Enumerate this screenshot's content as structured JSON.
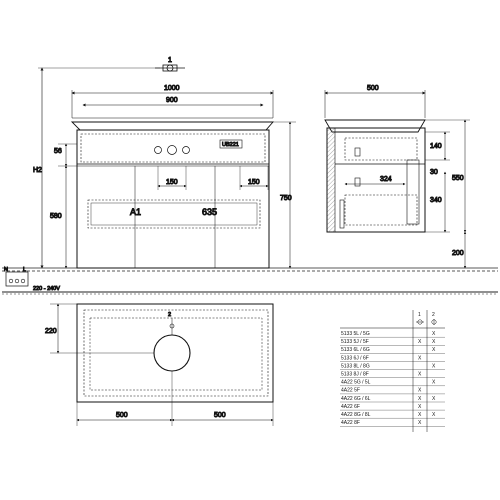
{
  "front_view": {
    "top_icon_label": "1",
    "dim_width_overall": "1000",
    "dim_width_inner": "900",
    "dim_h2": "H2",
    "dim_56": "56",
    "dim_580": "580",
    "dim_150_left": "150",
    "dim_150_right": "150",
    "dim_a1": "A1",
    "dim_635": "635",
    "dim_750": "750",
    "siphon_label": "UB221"
  },
  "side_view": {
    "dim_width": "500",
    "dim_140": "140",
    "dim_30": "30",
    "dim_324": "324",
    "dim_340": "340",
    "dim_550": "550",
    "dim_200": "200"
  },
  "plan_view": {
    "power_voltage": "220 - 240V",
    "power_n": "N",
    "power_l": "L",
    "dim_220": "220",
    "drain_label": "2",
    "dim_500_left": "500",
    "dim_500_right": "500"
  },
  "table": {
    "header_1": "1",
    "header_2": "2",
    "rows": [
      {
        "code": "5133 5L / 5G",
        "c1": "",
        "c2": "X"
      },
      {
        "code": "5133 5J / 5F",
        "c1": "X",
        "c2": "X"
      },
      {
        "code": "5133 6L / 6G",
        "c1": "",
        "c2": "X"
      },
      {
        "code": "5133 6J / 6F",
        "c1": "X",
        "c2": ""
      },
      {
        "code": "5133 8L / 8G",
        "c1": "",
        "c2": "X"
      },
      {
        "code": "5133 8J / 8F",
        "c1": "X",
        "c2": ""
      },
      {
        "code": "4A22 5G / 5L",
        "c1": "",
        "c2": "X"
      },
      {
        "code": "4A22 5F",
        "c1": "X",
        "c2": ""
      },
      {
        "code": "4A22 6G / 6L",
        "c1": "X",
        "c2": "X"
      },
      {
        "code": "4A22 6F",
        "c1": "X",
        "c2": ""
      },
      {
        "code": "4A22 8G / 8L",
        "c1": "X",
        "c2": "X"
      },
      {
        "code": "4A22 8F",
        "c1": "X",
        "c2": ""
      }
    ]
  }
}
